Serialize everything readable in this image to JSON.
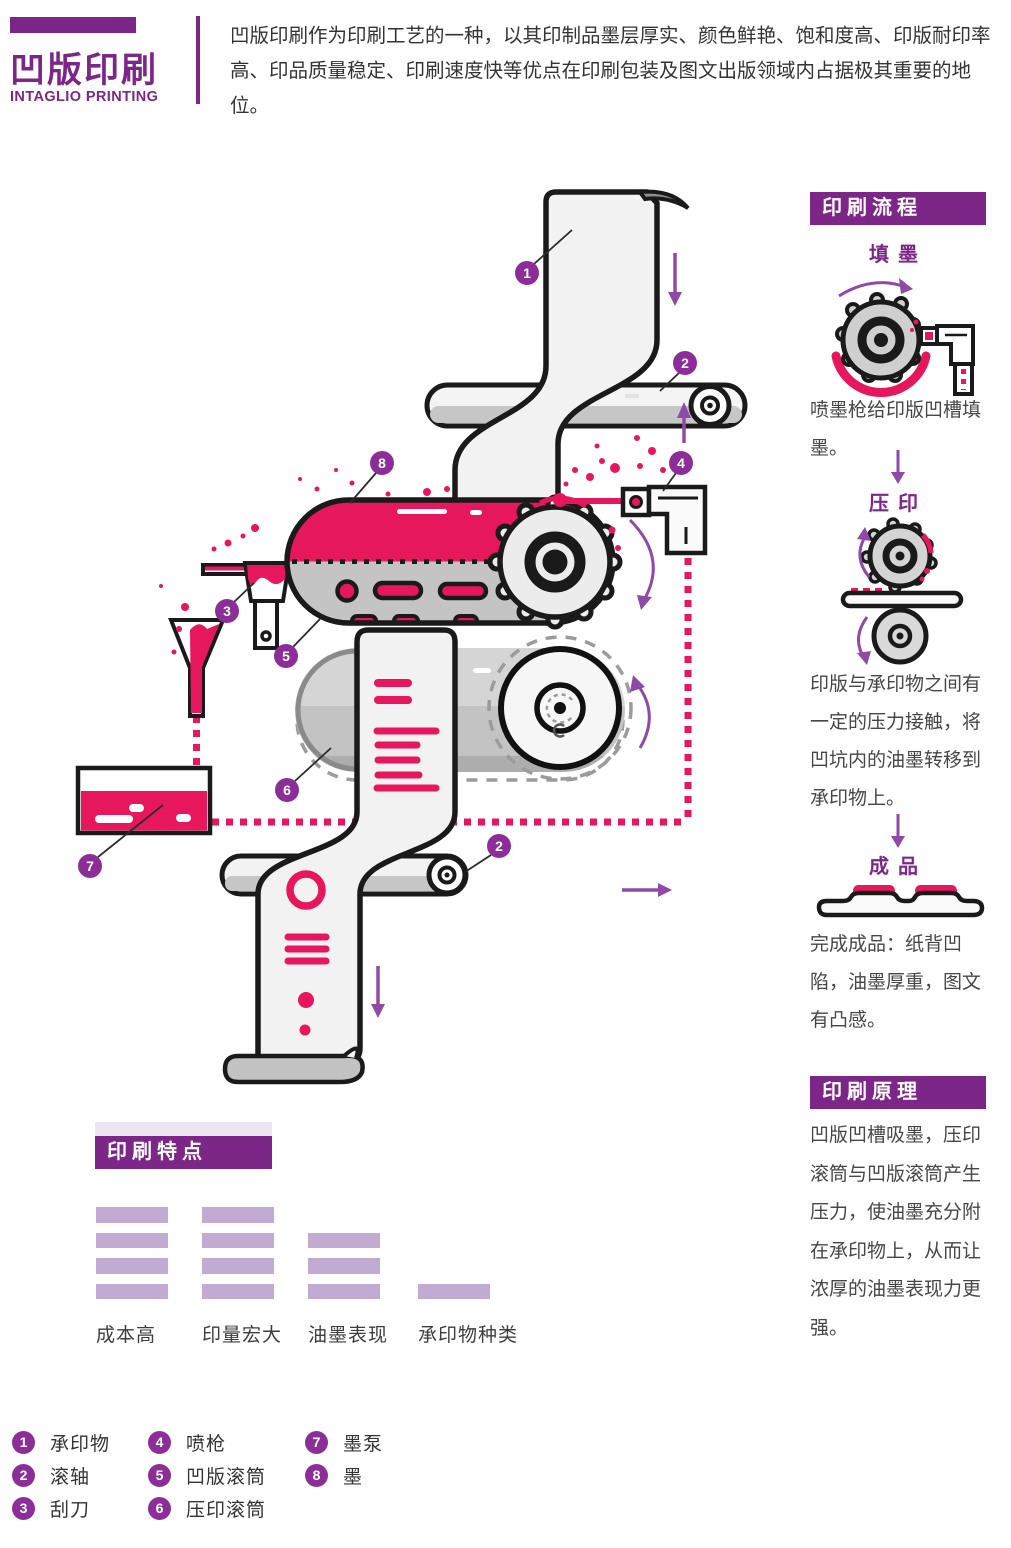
{
  "header": {
    "title": "凹版印刷",
    "subtitle": "INTAGLIO PRINTING",
    "intro": "凹版印刷作为印刷工艺的一种，以其印制品墨层厚实、颜色鲜艳、饱和度高、印版耐印率高、印品质量稳定、印刷速度快等优点在印刷包装及图文出版领域内占据极其重要的地位。"
  },
  "process": {
    "header": "印刷流程",
    "steps": [
      {
        "title": "填墨",
        "desc": "喷墨枪给印版凹槽填墨。"
      },
      {
        "title": "压印",
        "desc": "印版与承印物之间有一定的压力接触，将凹坑内的油墨转移到承印物上。"
      },
      {
        "title": "成品",
        "desc": "完成成品：纸背凹陷，油墨厚重，图文有凸感。"
      }
    ]
  },
  "principle": {
    "header": "印刷原理",
    "body": "凹版凹槽吸墨，压印滚筒与凹版滚筒产生压力，使油墨充分附在承印物上，从而让浓厚的油墨表现力更强。"
  },
  "features": {
    "header": "印刷特点",
    "max_level": 4,
    "items": [
      {
        "label": "成本高",
        "level": 4
      },
      {
        "label": "印量宏大",
        "level": 4
      },
      {
        "label": "油墨表现",
        "level": 3
      },
      {
        "label": "承印物种类",
        "level": 1
      }
    ]
  },
  "legend": {
    "items": [
      {
        "num": "1",
        "label": "承印物"
      },
      {
        "num": "2",
        "label": "滚轴"
      },
      {
        "num": "3",
        "label": "刮刀"
      },
      {
        "num": "4",
        "label": "喷枪"
      },
      {
        "num": "5",
        "label": "凹版滚筒"
      },
      {
        "num": "6",
        "label": "压印滚筒"
      },
      {
        "num": "7",
        "label": "墨泵"
      },
      {
        "num": "8",
        "label": "墨"
      }
    ]
  },
  "diagram": {
    "badges": [
      "1",
      "2",
      "8",
      "4",
      "3",
      "5",
      "6",
      "2",
      "7"
    ]
  },
  "colors": {
    "purple": "#7C2687",
    "badge_purple": "#8C2E98",
    "arrow_purple": "#8F4AA8",
    "ink_pink": "#E6175C",
    "feature_bar": "#C2ABD2"
  }
}
